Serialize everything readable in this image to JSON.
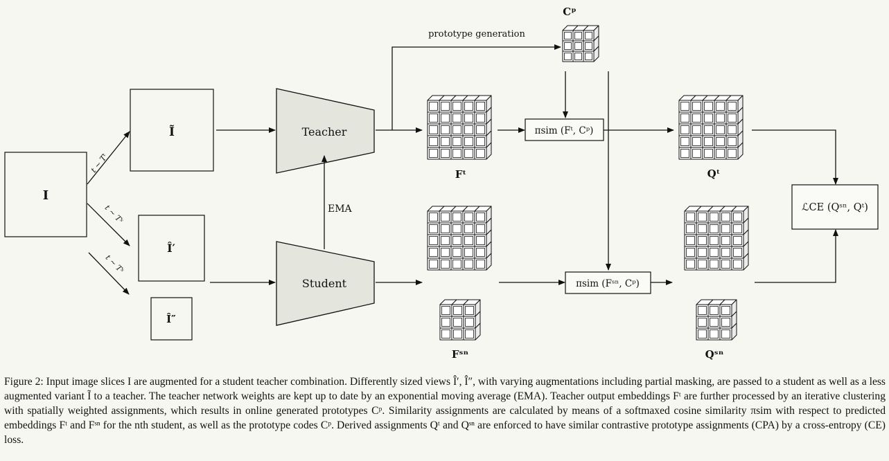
{
  "diagram": {
    "inputs": {
      "image": "I",
      "teacher_view": "Ĩ",
      "student_view_1": "Î′",
      "student_view_2": "Î″",
      "aug_teacher": "t ∼ Tᵗ",
      "aug_student_1": "t ∼ Tˢ",
      "aug_student_2": "t ∼ Tˢ"
    },
    "networks": {
      "teacher": "Teacher",
      "student": "Student",
      "ema": "EMA"
    },
    "prototype": {
      "generation_label": "prototype generation",
      "codes": "Cᵖ"
    },
    "embeddings": {
      "teacher": "Fᵗ",
      "student": "Fˢⁿ"
    },
    "similarity": {
      "teacher": "πsim (Fᵗ, Cᵖ)",
      "student": "πsim (Fˢⁿ, Cᵖ)"
    },
    "assignments": {
      "teacher": "Qᵗ",
      "student": "Qˢⁿ"
    },
    "loss": "ℒCE (Qˢⁿ, Qᵗ)"
  },
  "caption": "Figure 2: Input image slices I are augmented for a student teacher combination. Differently sized views Î′, Î″, with varying augmentations including partial masking, are passed to a student as well as a less augmented variant Ĩ to a teacher. The teacher network weights are kept up to date by an exponential moving average (EMA). Teacher output embeddings Fᵗ are further processed by an iterative clustering with spatially weighted assignments, which results in online generated prototypes Cᵖ. Similarity assignments are calculated by means of a softmaxed cosine similarity πsim with respect to predicted embeddings Fᵗ and Fˢⁿ for the nth student, as well as the prototype codes Cᵖ. Derived assignments Qᵗ and Qˢⁿ are enforced to have similar contrastive prototype assignments (CPA) by a cross-entropy (CE) loss."
}
